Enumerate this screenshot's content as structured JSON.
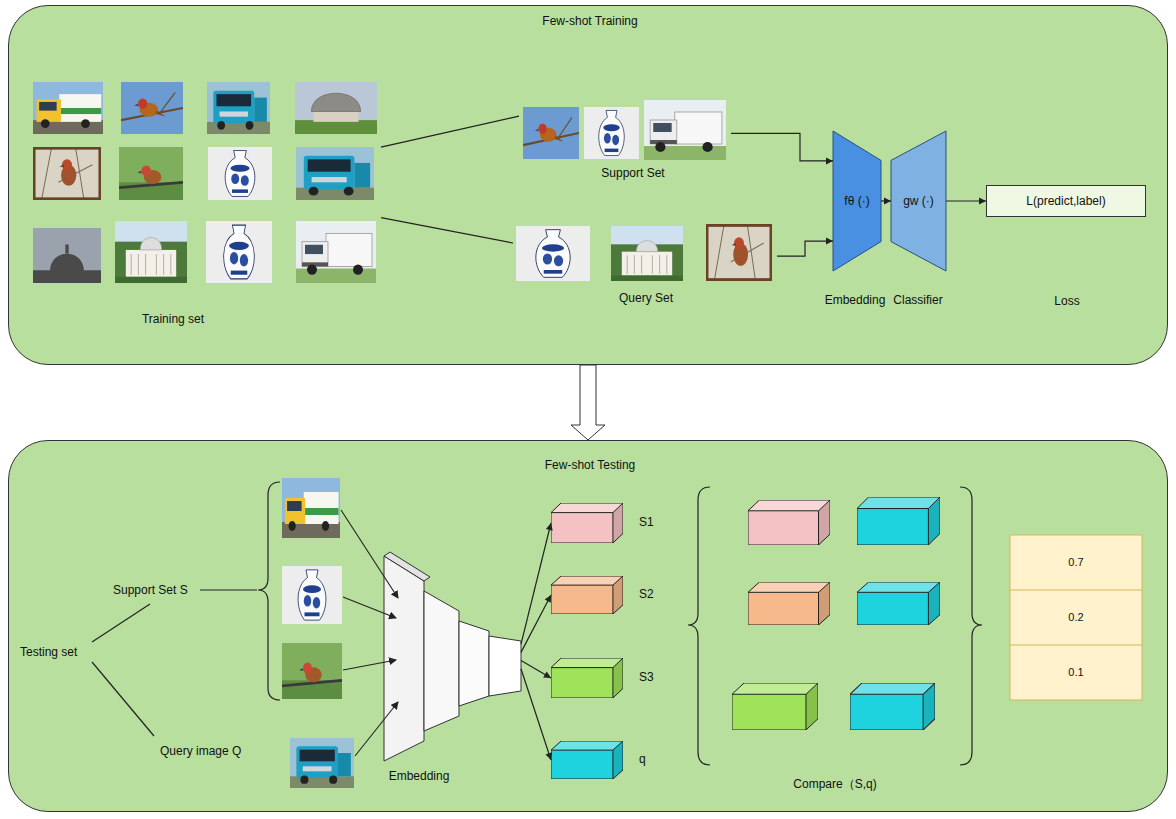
{
  "diagram": {
    "nodes": [
      {
        "text": [
          "Few-shot Training"
        ]
      },
      {
        "text": [
          "Training set"
        ],
        "in": 0
      },
      {
        "text": [
          "Support Set"
        ],
        "in": 0
      },
      {
        "text": [
          "Query Set"
        ],
        "in": 0
      },
      {
        "text": [
          "fθ (·)",
          "Embedding"
        ],
        "in": 0
      },
      {
        "text": [
          "gw (·)",
          "Classifier"
        ],
        "in": 0
      },
      {
        "text": [
          "L(predict,label)",
          "Loss"
        ],
        "in": 0
      },
      {
        "text": [
          "Few-shot Testing"
        ]
      },
      {
        "text": [
          "Embedding"
        ],
        "in": 7
      },
      {
        "text": [
          "S1"
        ],
        "in": 7
      },
      {
        "text": [
          "S2"
        ],
        "in": 7
      },
      {
        "text": [
          "S3"
        ],
        "in": 7
      },
      {
        "text": [
          "q"
        ],
        "in": 7
      }
    ],
    "edges": [
      {
        "from": 0,
        "to": 7,
        "arrow": "to"
      },
      {
        "from": 1,
        "to": 2,
        "arrow": "none"
      },
      {
        "from": 1,
        "to": 3,
        "arrow": "none"
      },
      {
        "from": 2,
        "to": 4,
        "arrow": "to"
      },
      {
        "from": 3,
        "to": 4,
        "arrow": "to"
      },
      {
        "from": 4,
        "to": 5,
        "arrow": "to"
      },
      {
        "from": 5,
        "to": 6,
        "arrow": "to"
      },
      {
        "from": 8,
        "to": 9,
        "arrow": "to"
      },
      {
        "from": 8,
        "to": 10,
        "arrow": "to"
      },
      {
        "from": 8,
        "to": 11,
        "arrow": "to"
      },
      {
        "from": 8,
        "to": 12,
        "arrow": "to"
      }
    ],
    "labels": [
      "Testing set",
      "Support Set S",
      "Query image Q",
      "Compare（S,q)",
      "0.7",
      "0.2",
      "0.1"
    ]
  }
}
